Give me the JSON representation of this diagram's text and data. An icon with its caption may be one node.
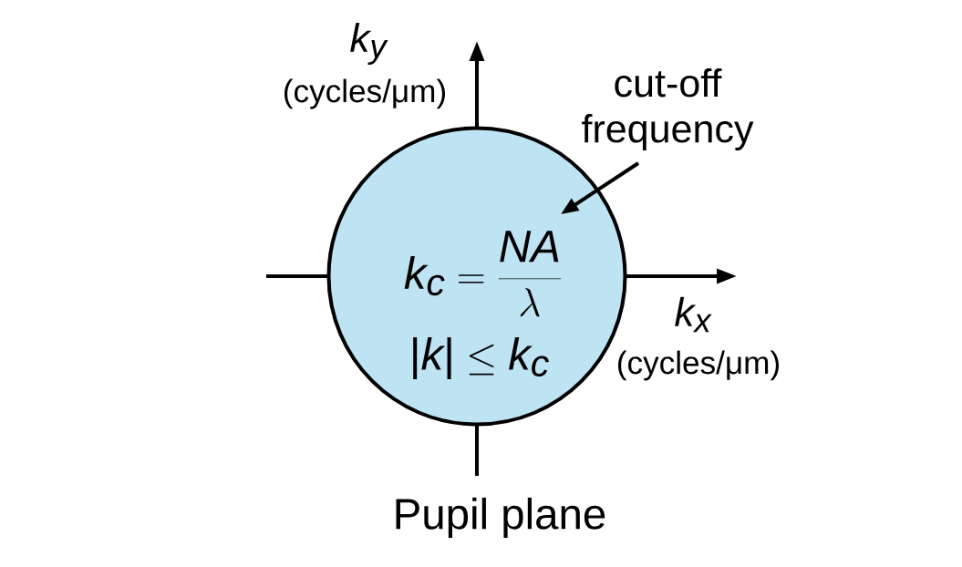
{
  "diagram": {
    "caption": "Pupil plane",
    "nodes": [
      {
        "text": [
          "k_c = \\frac{NA}{\\lambda}",
          "|k| \\leq k_c"
        ]
      },
      {
        "text": [
          "cut-off frequency"
        ]
      }
    ],
    "edges": [
      {
        "from": 1,
        "to": 0,
        "arrow": "to"
      }
    ],
    "labels": [
      "k_y",
      "(cycles/μm)",
      "k_x",
      "(cycles/μm)"
    ]
  }
}
